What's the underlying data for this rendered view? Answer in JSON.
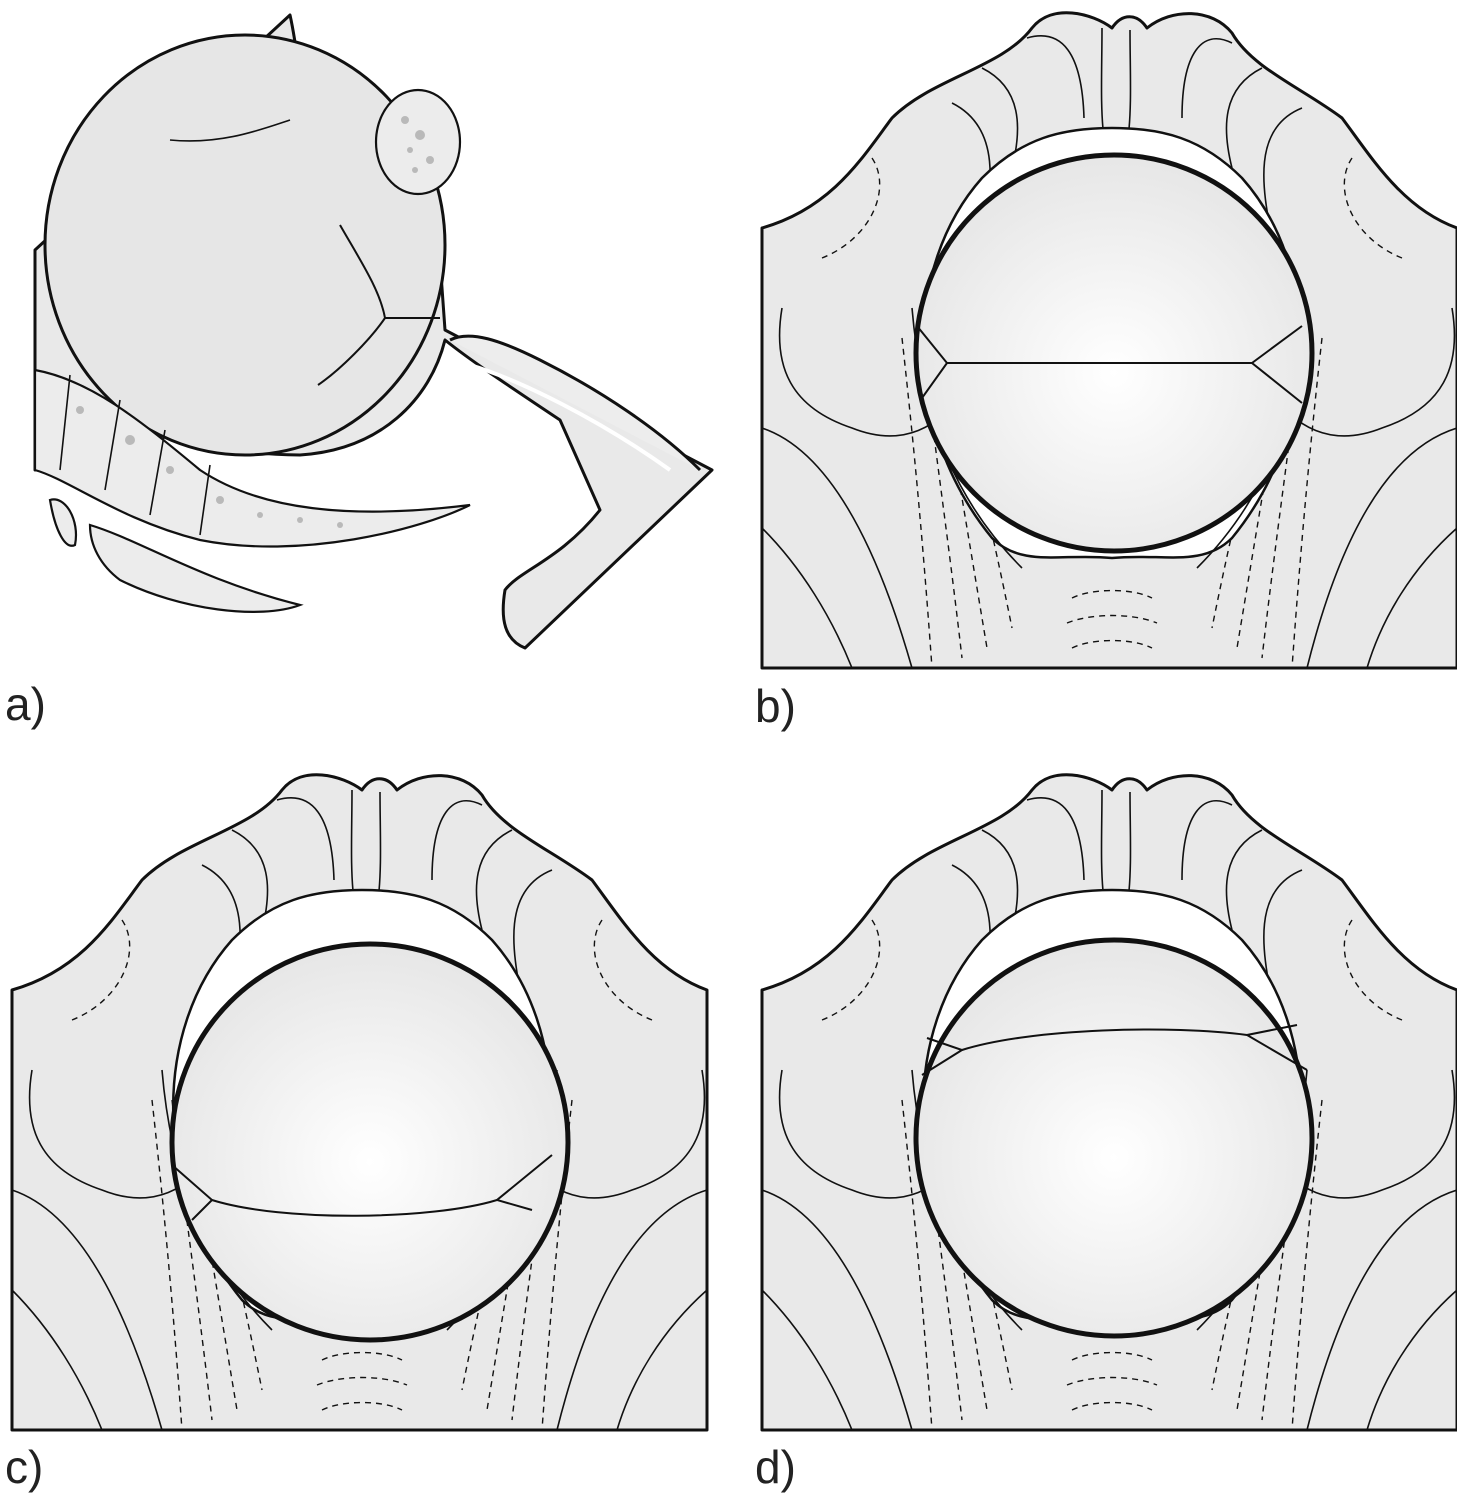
{
  "panels": [
    {
      "id": "a",
      "label": "a)"
    },
    {
      "id": "b",
      "label": "b)",
      "suture_offset": 0.0,
      "suture_tilt": 0.0
    },
    {
      "id": "c",
      "label": "c)",
      "suture_offset": 0.78,
      "suture_tilt": 0.06
    },
    {
      "id": "d",
      "label": "d)",
      "suture_offset": -0.32,
      "suture_tilt": -0.07
    }
  ],
  "colors": {
    "tissue": "#e9e9e9",
    "line": "#111111",
    "background": "#ffffff"
  }
}
